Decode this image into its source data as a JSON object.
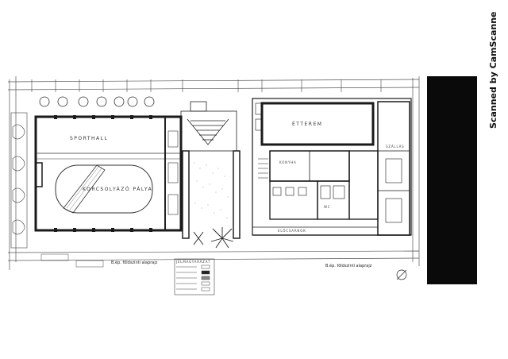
{
  "watermark": "Scanned by CamScanner",
  "rooms": {
    "sports_hall": "SPORTHALL",
    "skating_rink": "KORCSOLYÁZÓ PÁLYA",
    "restaurant": "ÉTTEREM",
    "kitchen": "KONYHA",
    "side_hall": "SZÁLLÁS",
    "wc": "WC",
    "lobby": "ELŐCSARNOK"
  },
  "captions": {
    "left_floor": "B.ép. földszinti alaprajz",
    "right_floor": "B.ép. földszinti alaprajz"
  },
  "legend": {
    "title": "JELMAGYARÁZAT"
  },
  "colors": {
    "ink": "#2a2a2a",
    "wall": "#1a1a1a",
    "paper": "#ffffff",
    "band": "#0a0a0a"
  }
}
